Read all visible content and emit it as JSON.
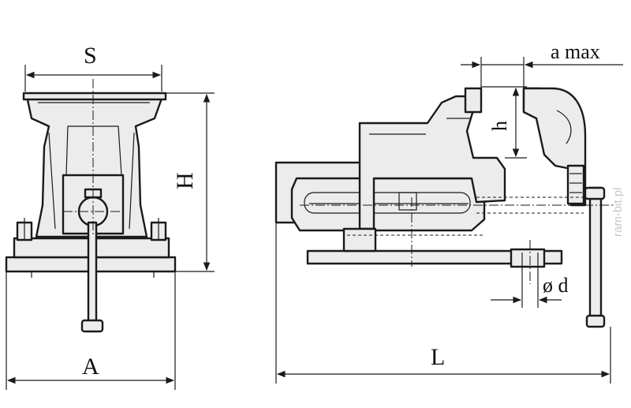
{
  "labels": {
    "S": "S",
    "H": "H",
    "A": "A",
    "L": "L",
    "h": "h",
    "a_max": "a max",
    "d": "ø d"
  },
  "watermark": "ram-bit.pl",
  "colors": {
    "line": "#1a1a1a",
    "fill": "#ececec",
    "watermark": "#c8c8c8"
  }
}
